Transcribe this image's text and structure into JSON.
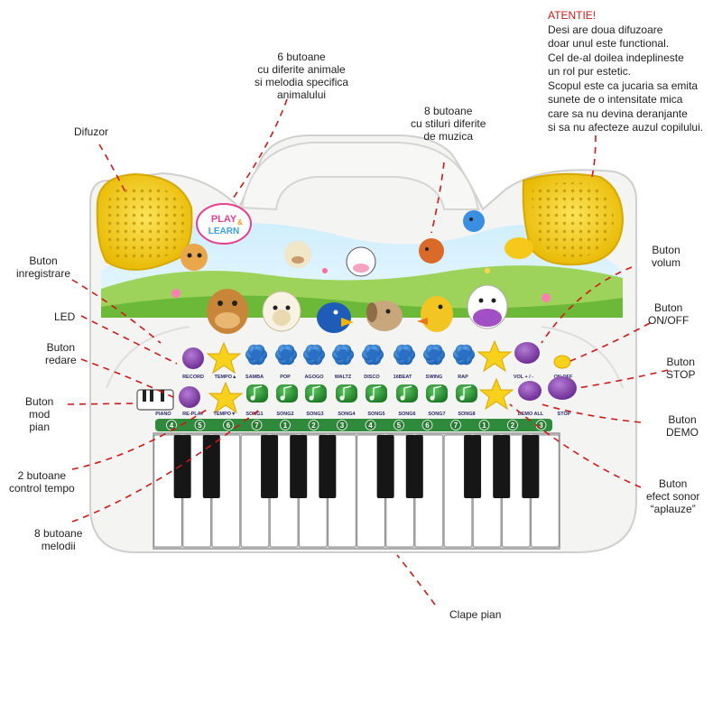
{
  "warning": {
    "title": "ATENTIE!",
    "lines": [
      "Desi are doua difuzoare",
      "doar unul este functional.",
      "Cel de-al doilea indeplineste",
      "un rol pur estetic.",
      "Scopul este ca jucaria sa emita",
      "sunete de o intensitate mica",
      "care sa nu devina deranjante",
      "si sa nu afecteze auzul copilului."
    ]
  },
  "callouts": {
    "speaker": [
      "Difuzor"
    ],
    "animals": [
      "6 butoane",
      "cu diferite animale",
      "si melodia specifica",
      "animalului"
    ],
    "styles": [
      "8 butoane",
      "cu stiluri diferite",
      "de muzica"
    ],
    "record": [
      "Buton",
      "inregistrare"
    ],
    "led": [
      "LED"
    ],
    "replay": [
      "Buton",
      "redare"
    ],
    "piano_mode": [
      "Buton",
      "mod",
      "pian"
    ],
    "tempo": [
      "2 butoane",
      "control tempo"
    ],
    "songs": [
      "8 butoane",
      "melodii"
    ],
    "volume": [
      "Buton",
      "volum"
    ],
    "onoff": [
      "Buton",
      "ON/OFF"
    ],
    "stop": [
      "Buton",
      "STOP"
    ],
    "demo": [
      "Buton",
      "DEMO"
    ],
    "applause": [
      "Buton",
      "efect sonor",
      "“aplauze”"
    ],
    "keys": [
      "Clape pian"
    ]
  },
  "toy": {
    "logo_top": "PLAY",
    "logo_amp": "&",
    "logo_bottom": "LEARN",
    "row1_labels": [
      "RECORD",
      "TEMPO▲",
      "SAMBA",
      "POP",
      "AGOGO",
      "WALTZ",
      "DISCO",
      "16BEAT",
      "SWING",
      "RAP",
      "VOL + / -",
      "ON OFF"
    ],
    "row2_labels": [
      "PIANO",
      "RE-PLAY",
      "TEMPO▼",
      "SONG1",
      "SONG2",
      "SONG3",
      "SONG4",
      "SONG5",
      "SONG6",
      "SONG7",
      "SONG8",
      "DEMO ALL",
      "STOP"
    ],
    "strip_numbers": [
      "4",
      "5",
      "6",
      "7",
      "1",
      "2",
      "3",
      "4",
      "5",
      "6",
      "7",
      "1",
      "2",
      "3"
    ]
  },
  "colors": {
    "body": "#f4f4f2",
    "speaker": "#f5d21a",
    "star": "#f7d11c",
    "style_button": "#2f7fd6",
    "song_button": "#2fa33a",
    "purple_button": "#8b46b0",
    "strip": "#2f8a3c",
    "leader": "#d01818",
    "warning_title": "#d01818"
  }
}
